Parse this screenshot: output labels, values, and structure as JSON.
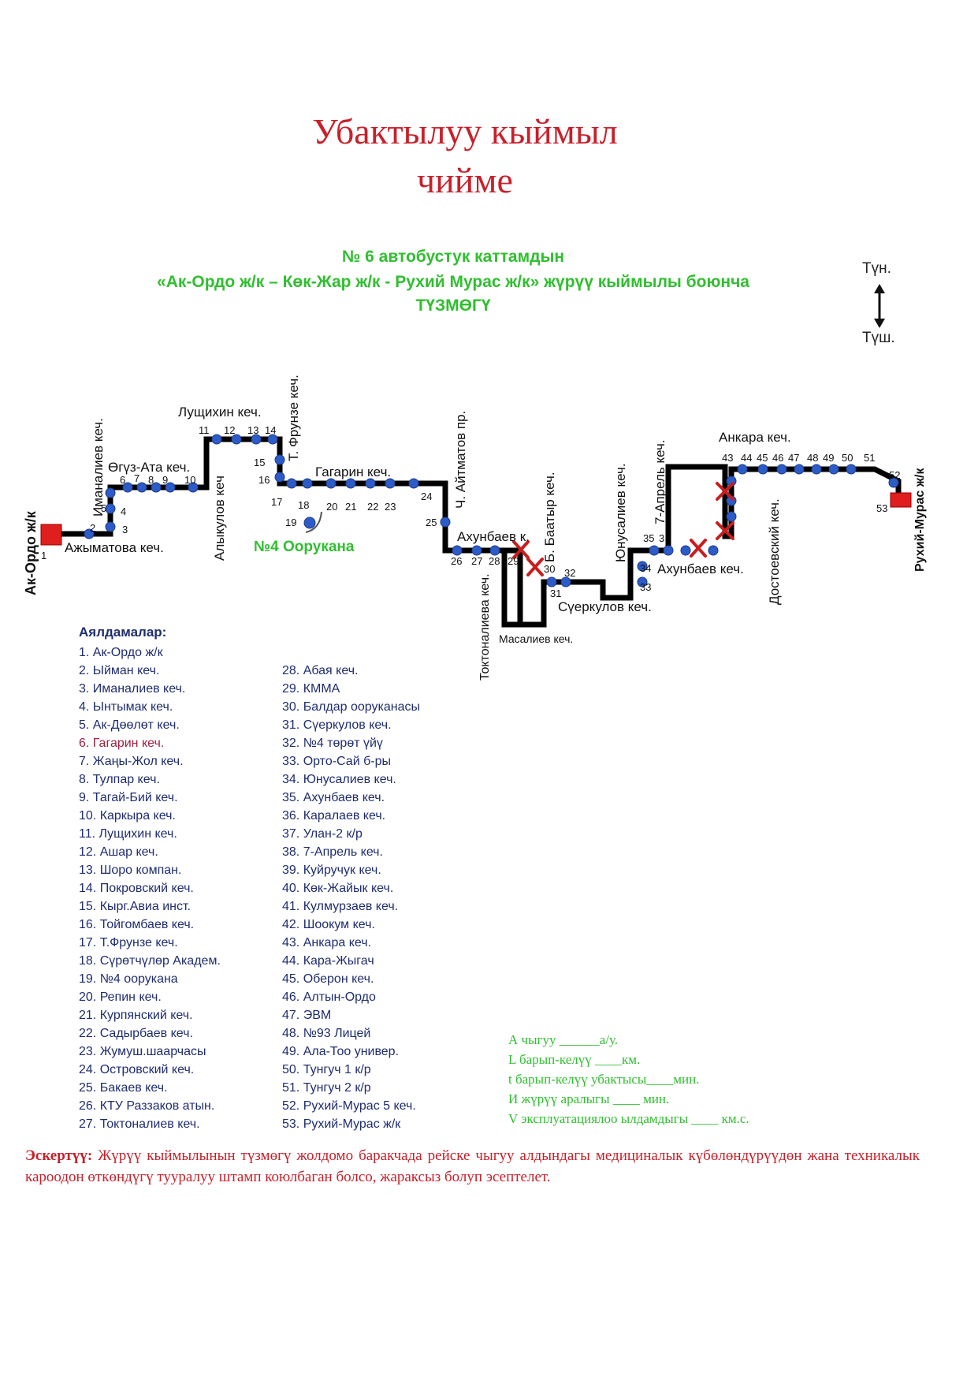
{
  "header": {
    "title_line1": "Убактылуу кыймыл",
    "title_line2": "чийме",
    "subtitle_line1": "№ 6  автобустук каттамдын",
    "subtitle_line2": "«Ак-Ордо ж/к – Көк-Жар ж/к - Рухий Мурас ж/к» жүрүү кыймылы боюнча",
    "subtitle_line3": "ТҮЗМӨГҮ"
  },
  "compass": {
    "north": "Түн.",
    "south": "Түш."
  },
  "map": {
    "terminal_start": "Ак-Ордо  ж/к",
    "terminal_end": "Рухий-Мурас ж/к",
    "streets": {
      "imanaliev": "Иманалиев кеч.",
      "ajymatova": "Ажыматова кеч.",
      "oguz_ata": "Өгүз-Ата кеч.",
      "lushchikhin": "Лущихин кеч.",
      "alykulov": "Алыкулов кеч",
      "frunze": "Т. Фрунзе кеч.",
      "gagarin": "Гагарин кеч.",
      "aitmatov": "Ч. Айтматов пр.",
      "akhunbaev_k": "Ахунбаев к.",
      "baatyr": "Б. Баатыр кеч.",
      "toktonalieva": "Токтоналиева кеч.",
      "masaliev": "Масалиев кеч.",
      "suerkulov": "Сүеркулов кеч.",
      "yunusaliev": "Юнусалиев кеч.",
      "april7": "7-Апрель кеч.",
      "akhunbaev": "Ахунбаев кеч.",
      "ankara": "Анкара кеч.",
      "dostoevsky": "Достоевский кеч."
    },
    "landmark": "№4 Оорукана",
    "stop_numbers": {
      "n1": "1",
      "n2": "2",
      "n3": "3",
      "n4": "4",
      "n5": "5",
      "n6": "6",
      "n7": "7",
      "n8": "8",
      "n9": "9",
      "n10": "10",
      "n11": "11",
      "n12": "12",
      "n13": "13",
      "n14": "14",
      "n15": "15",
      "n16": "16",
      "n17": "17",
      "n18": "18",
      "n19": "19",
      "n20": "20",
      "n21": "21",
      "n22": "22",
      "n23": "23",
      "n24": "24",
      "n25": "25",
      "n26": "26",
      "n27": "27",
      "n28": "28",
      "n29": "29",
      "n30": "30",
      "n31": "31",
      "n32": "32",
      "n33": "33",
      "n34": "34",
      "n35": "35",
      "n36": "3",
      "n43": "43",
      "n44": "44",
      "n45": "45",
      "n46": "46",
      "n47": "47",
      "n48": "48",
      "n49": "49",
      "n50": "50",
      "n51": "51",
      "n52": "52",
      "n53": "53"
    }
  },
  "stops_title": "Аялдамалар:",
  "stops_col1": [
    "1. Ак-Ордо ж/к",
    "2. Ыйман кеч.",
    "3. Иманалиев кеч.",
    "4. Ынтымак кеч.",
    "5. Ак-Дөөлөт кеч.",
    "6. Гагарин кеч.",
    "7. Жаңы-Жол кеч.",
    "8. Тулпар кеч.",
    "9. Тагай-Бий кеч.",
    "10. Каркыра кеч.",
    "11. Лущихин кеч.",
    "12. Ашар кеч.",
    "13. Шоро компан.",
    "14. Покровский кеч.",
    "15. Кырг.Авиа инст.",
    "16. Тойгомбаев кеч.",
    "17. Т.Фрунзе кеч.",
    "18. Сүрөтчүлөр Академ.",
    "19. №4 оорукана",
    "20. Репин кеч.",
    "21. Курпянский кеч.",
    "22. Садырбаев кеч.",
    "23. Жумуш.шаарчасы",
    "24. Островский кеч.",
    "25. Бакаев кеч.",
    "26. КТУ Раззаков атын.",
    "27. Токтоналиев кеч."
  ],
  "stops_col2": [
    "28. Абая кеч.",
    "29. КММА",
    "30. Балдар ооруканасы",
    "31. Сүеркулов кеч.",
    "32. №4 төрөт үйү",
    "33. Орто-Сай б-ры",
    "34. Юнусалиев кеч.",
    "35. Ахунбаев кеч.",
    "36. Каралаев кеч.",
    "37. Улан-2 к/р",
    "38. 7-Апрель кеч.",
    "39. Куйручук кеч.",
    "40. Көк-Жайык кеч.",
    "41. Кулмурзаев кеч.",
    "42. Шоокум кеч.",
    "43. Анкара кеч.",
    "44. Кара-Жыгач",
    "45. Оберон кеч.",
    "46. Алтын-Ордо",
    "47. ЭВМ",
    "48. №93 Лицей",
    "49. Ала-Тоо универ.",
    "50. Тунгуч 1 к/р",
    "51. Тунгуч 2 к/р",
    "52. Рухий-Мурас 5 кеч.",
    "53. Рухий-Мурас ж/к"
  ],
  "params": [
    "А чыгуу  ______а/у.",
    "L барып-келүү ____км.",
    "t барып-келүү убактысы____мин.",
    "И жүрүү аралыгы  ____     мин.",
    "V эксплуатациялоо ылдамдыгы  ____  км.с."
  ],
  "note": {
    "label": "Эскертүү:",
    "text": " Жүрүү кыймылынын түзмөгү жолдомо баракчада рейске чыгуу алдындагы медициналык күбөлөндүрүүдөн жана техникалык кароодон өткөндүгү тууралуу штамп коюлбаган болсо, жараксыз болуп эсептелет."
  },
  "colors": {
    "title": "#c8202a",
    "subtitle": "#2fbf2f",
    "route": "#000000",
    "stop": "#2d5cc8",
    "terminal": "#e01e1e",
    "closed_marker": "#c81e1e",
    "list_text": "#1f2d6e"
  }
}
